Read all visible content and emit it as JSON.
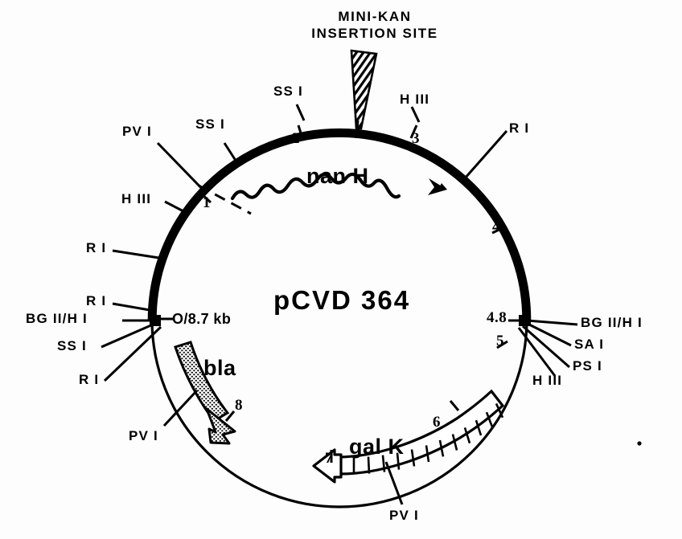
{
  "figure": {
    "plasmid_name": "pCVD 364",
    "origin_label": "O/8.7 kb",
    "insertion_title_line1": "MINI-KAN",
    "insertion_title_line2": "INSERTION SITE",
    "genes": [
      {
        "name": "nanH",
        "display": "nan H",
        "direction": "clockwise",
        "style": "wavy-arrow"
      },
      {
        "name": "bla",
        "display": "bla",
        "direction": "counter-clockwise",
        "style": "stippled-arrow"
      },
      {
        "name": "galK",
        "display": "gal K",
        "direction": "counter-clockwise",
        "style": "ladder-arrow"
      }
    ],
    "coordinates": [
      "1",
      "2",
      "3",
      "4",
      "4.8",
      "5",
      "6",
      "7",
      "8"
    ],
    "restriction_sites": [
      {
        "id": "pv1-upper-left",
        "label": "PV I"
      },
      {
        "id": "ss1-upper-left",
        "label": "SS I"
      },
      {
        "id": "ss1-top",
        "label": "SS I"
      },
      {
        "id": "h3-left",
        "label": "H III"
      },
      {
        "id": "r1-left-upper",
        "label": "R I"
      },
      {
        "id": "r1-left-lower",
        "label": "R I"
      },
      {
        "id": "bg2-h1-left",
        "label": "BG II/H I"
      },
      {
        "id": "ss1-left-lower",
        "label": "SS I"
      },
      {
        "id": "r1-left-bottom",
        "label": "R I"
      },
      {
        "id": "pv1-bla",
        "label": "PV I"
      },
      {
        "id": "h3-top-right",
        "label": "H III"
      },
      {
        "id": "r1-right",
        "label": "R I"
      },
      {
        "id": "bg2-h1-right",
        "label": "BG II/H I"
      },
      {
        "id": "sa1-right",
        "label": "SA I"
      },
      {
        "id": "ps1-right",
        "label": "PS I"
      },
      {
        "id": "h3-right-lower",
        "label": "H III"
      },
      {
        "id": "pv1-galk",
        "label": "PV I"
      }
    ],
    "colors": {
      "ink": "#000000",
      "background": "#ffffff"
    }
  }
}
